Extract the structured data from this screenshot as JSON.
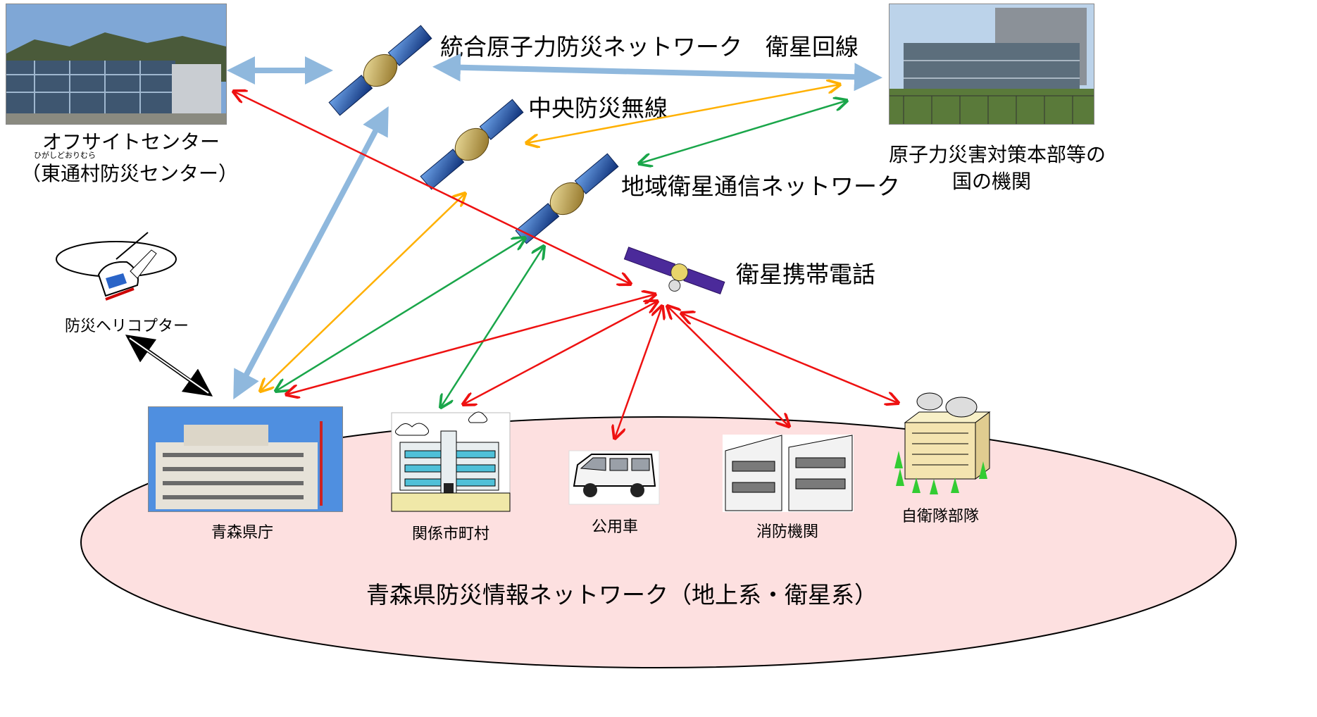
{
  "labels": {
    "offsite_center": "オフサイトセンター",
    "offsite_furigana": "ひがしどおりむら",
    "offsite_sub": "（東通村防災センター）",
    "national_agency_1": "原子力災害対策本部等の",
    "national_agency_2": "国の機関",
    "sat_integrated": "統合原子力防災ネットワーク　衛星回線",
    "sat_central": "中央防災無線",
    "sat_regional": "地域衛星通信ネットワーク",
    "sat_phone": "衛星携帯電話",
    "helicopter": "防災ヘリコプター",
    "pref_office": "青森県庁",
    "municipalities": "関係市町村",
    "official_car": "公用車",
    "fire_dept": "消防機関",
    "sdf": "自衛隊部隊",
    "network_title": "青森県防災情報ネットワーク（地上系・衛星系）"
  },
  "colors": {
    "integrated_link": "#8fb8dd",
    "central_link": "#ffb000",
    "regional_link": "#1aa64a",
    "phone_link": "#ee1111",
    "ellipse_fill": "#fde0e0"
  },
  "icons": [
    "satellite-icon",
    "satellite-icon",
    "satellite-icon",
    "satellite-phone-satellite-icon",
    "helicopter-icon",
    "building-icon",
    "car-icon",
    "antenna-dish-icon"
  ]
}
